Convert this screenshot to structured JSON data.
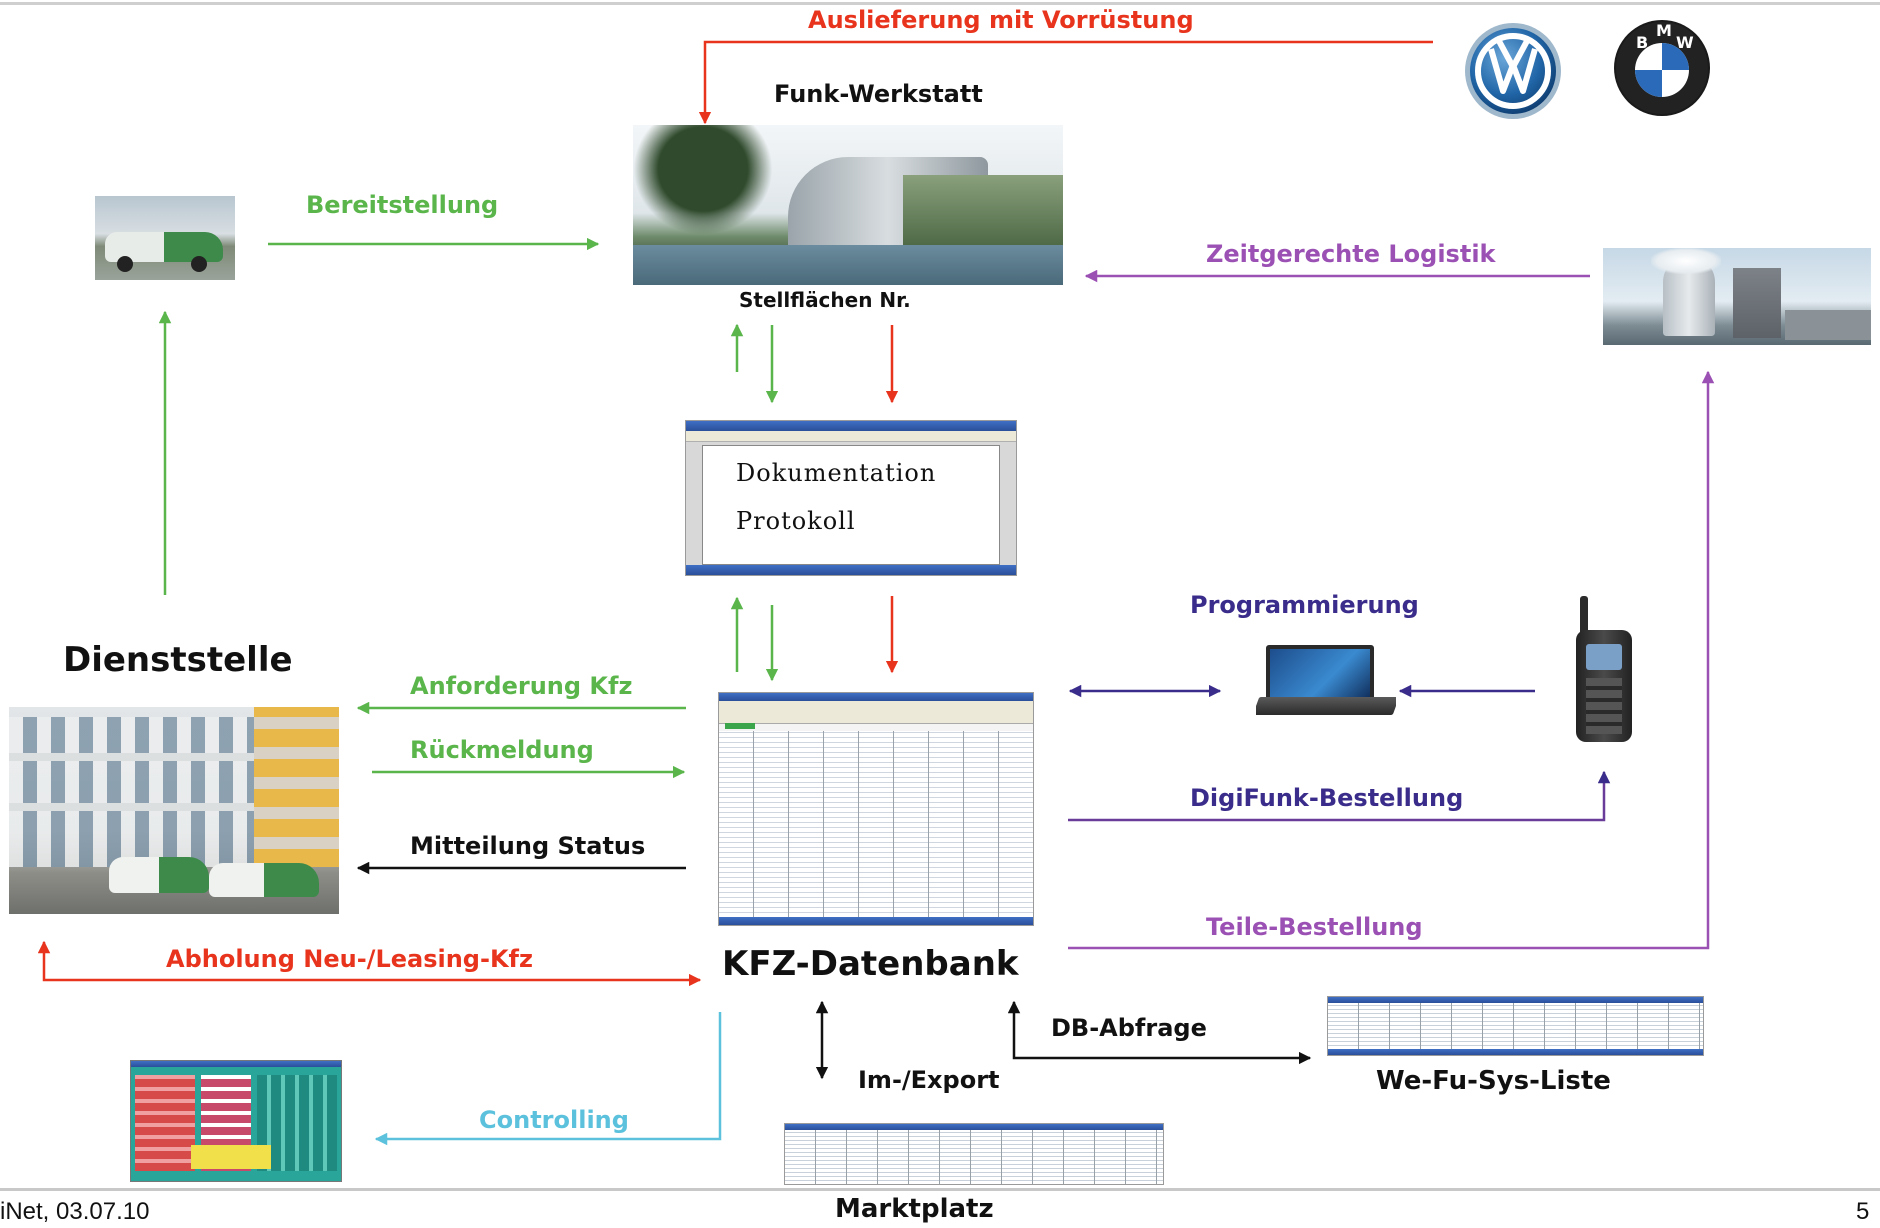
{
  "labels": {
    "auslieferung": "Auslieferung mit Vorrüstung",
    "funk_werkstatt": "Funk-Werkstatt",
    "bereitstellung": "Bereitstellung",
    "stellflaechen": "Stellflächen Nr.",
    "zeitgerechte_logistik": "Zeitgerechte Logistik",
    "dokumentation": "Dokumentation",
    "protokoll": "Protokoll",
    "programmierung": "Programmierung",
    "dienststelle": "Dienststelle",
    "anforderung_kfz": "Anforderung Kfz",
    "rueckmeldung": "Rückmeldung",
    "mitteilung_status": "Mitteilung Status",
    "digifunk_bestellung": "DigiFunk-Bestellung",
    "teile_bestellung": "Teile-Bestellung",
    "abholung": "Abholung Neu-/Leasing-Kfz",
    "kfz_datenbank": "KFZ-Datenbank",
    "db_abfrage": "DB-Abfrage",
    "im_export": "Im-/Export",
    "we_fu_sys_liste": "We-Fu-Sys-Liste",
    "controlling": "Controlling",
    "marktplatz": "Marktplatz"
  },
  "footer": {
    "left": "iNet, 03.07.10",
    "page_number": "5"
  },
  "logos": {
    "vw": "VW",
    "bmw_letters": [
      "B",
      "M",
      "W"
    ]
  },
  "colors": {
    "red": "#e8341c",
    "green": "#5ab54a",
    "purple": "#9b50b4",
    "navy": "#3a2c8a",
    "cyan": "#5bc1dc",
    "black": "#111111"
  }
}
